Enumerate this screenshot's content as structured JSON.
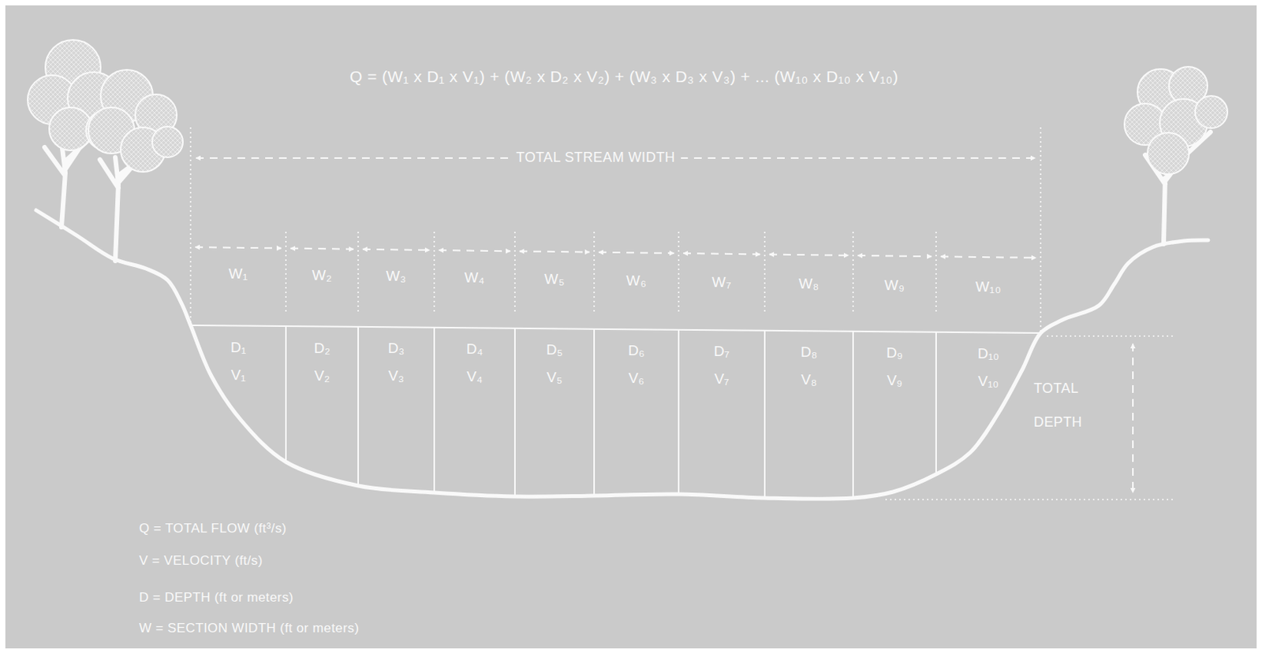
{
  "diagram": {
    "nodes": [
      {
        "text": [
          "D₁",
          "V₁"
        ]
      },
      {
        "text": [
          "D₂",
          "V₂"
        ]
      },
      {
        "text": [
          "D₃",
          "V₃"
        ]
      },
      {
        "text": [
          "D₄",
          "V₄"
        ]
      },
      {
        "text": [
          "D₅",
          "V₅"
        ]
      },
      {
        "text": [
          "D₆",
          "V₆"
        ]
      },
      {
        "text": [
          "D₇",
          "V₇"
        ]
      },
      {
        "text": [
          "D₈",
          "V₈"
        ]
      },
      {
        "text": [
          "D₉",
          "V₉"
        ]
      },
      {
        "text": [
          "D₁₀",
          "V₁₀"
        ]
      }
    ],
    "labels": [
      "Q = (W₁ x D₁ x V₁) + (W₂ x D₂ x V₂) + (W₃ x D₃ x V₃) + ... (W₁₀ x D₁₀ x V₁₀)",
      "TOTAL STREAM WIDTH",
      "W₁",
      "W₂",
      "W₃",
      "W₄",
      "W₅",
      "W₆",
      "W₇",
      "W₈",
      "W₉",
      "W₁₀",
      "TOTAL DEPTH",
      "Q = TOTAL FLOW (ft³/s)",
      "V = VELOCITY (ft/s)",
      "D = DEPTH (ft or meters)",
      "W = SECTION WIDTH (ft or meters)"
    ]
  }
}
